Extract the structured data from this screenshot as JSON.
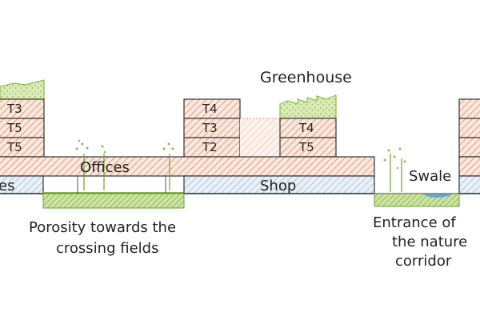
{
  "labels": {
    "greenhouse": "Greenhouse",
    "offices": "Offices",
    "shop": "Shop",
    "left_cut": "es",
    "swale": "Swale",
    "porosity_line1": "Porosity towards the",
    "porosity_line2": "crossing fields",
    "entrance_line1": "Entrance of",
    "entrance_line2": "the nature",
    "entrance_line3": "corridor"
  },
  "units": {
    "left": [
      "T3",
      "T5",
      "T5"
    ],
    "middle": [
      "T4",
      "T3",
      "T2"
    ],
    "right": [
      "T4",
      "T5"
    ]
  },
  "colors": {
    "housing": "#e39a7a",
    "housing_bg": "#fbe8df",
    "shop": "#9ab8d6",
    "shop_bg": "#eaf1f8",
    "green": "#8dbb4e",
    "green_bg": "#dbeab8",
    "water": "#5b9bd5",
    "outline": "#333333"
  }
}
